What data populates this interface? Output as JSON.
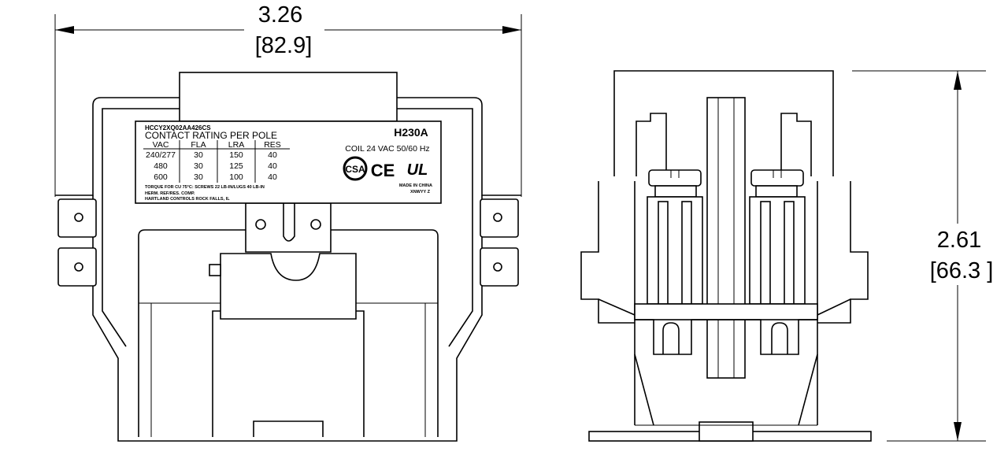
{
  "front_view": {
    "width_in": "3.26",
    "width_mm": "[82.9]",
    "label": {
      "part_code": "HCCY2XQ02AA426CS",
      "model": "H230A",
      "rating_title": "CONTACT RATING PER POLE",
      "coil": "COIL 24 VAC 50/60 Hz",
      "table": {
        "headers": [
          "VAC",
          "FLA",
          "LRA",
          "RES"
        ],
        "rows": [
          [
            "240/277",
            "30",
            "150",
            "40"
          ],
          [
            "480",
            "30",
            "125",
            "40"
          ],
          [
            "600",
            "30",
            "100",
            "40"
          ]
        ]
      },
      "torque_note": "TORQUE FOR CU 75°C: SCREWS 22 LB-IN/LUGS 40 LB-IN",
      "ref_note": "HERM. REF/RES. COMP.",
      "maker_note": "HARTLAND CONTROLS ROCK FALLS, IL",
      "made_in": "MADE IN CHINA",
      "date_code": "XNWYY Z",
      "certs": [
        "CSA",
        "CE",
        "UL"
      ]
    }
  },
  "side_view": {
    "height_in": "2.61",
    "height_mm": "[66.3 ]"
  }
}
